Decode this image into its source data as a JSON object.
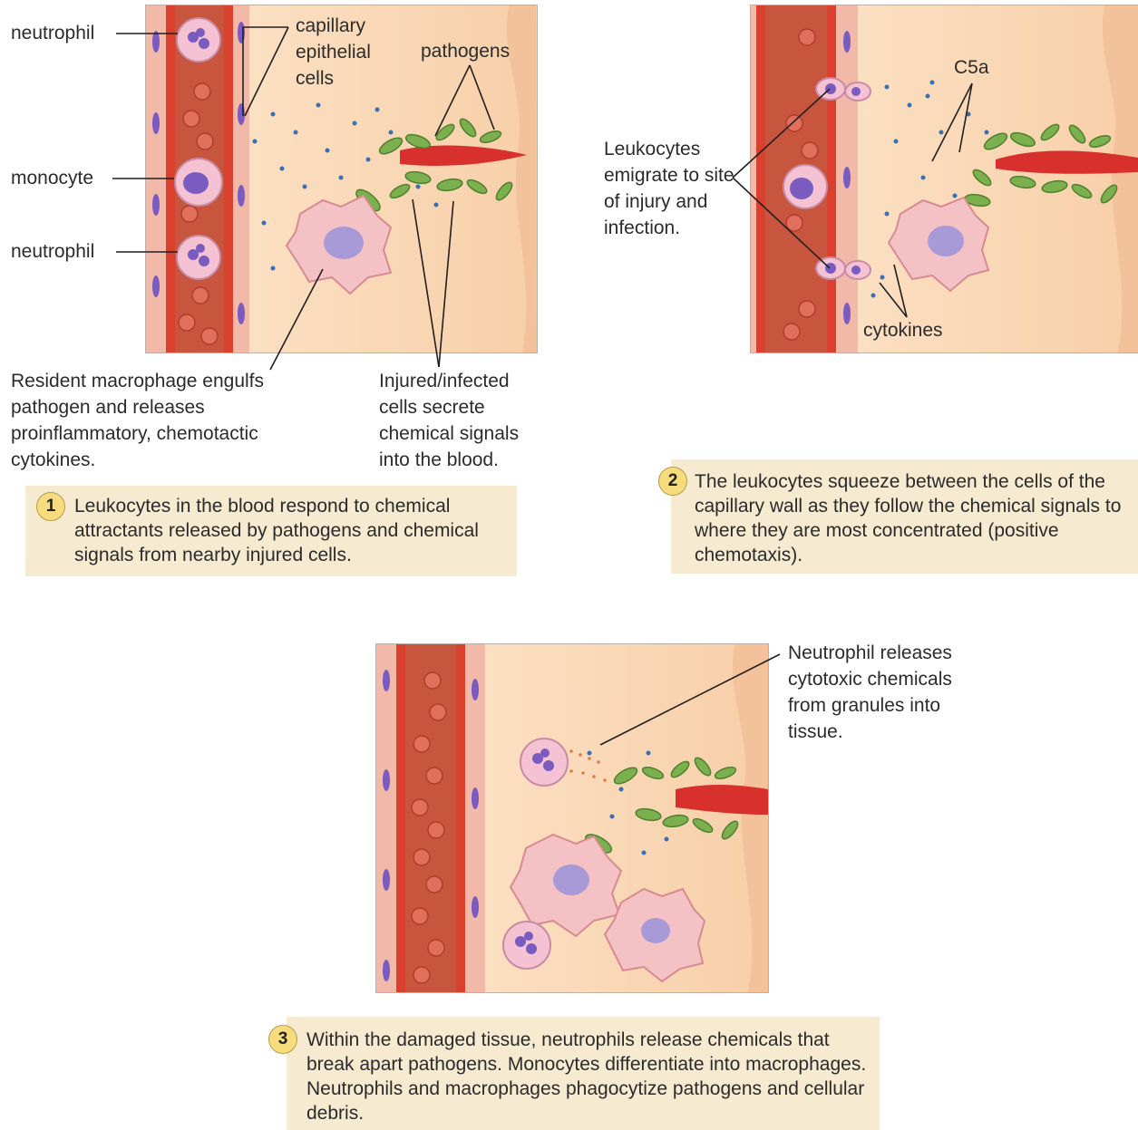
{
  "labels": {
    "neutrophil_top": "neutrophil",
    "monocyte": "monocyte",
    "neutrophil_bottom": "neutrophil",
    "capillary_epithelial_cells": "capillary epithelial cells",
    "pathogens": "pathogens",
    "resident_macrophage": "Resident macrophage engulfs pathogen and releases proinflammatory, chemotactic cytokines.",
    "injured_cells": "Injured/infected cells secrete chemical signals into the blood.",
    "leukocytes_emigrate": "Leukocytes emigrate to site of injury and infection.",
    "c5a": "C5a",
    "cytokines": "cytokines",
    "neutrophil_releases": "Neutrophil releases cytotoxic chemicals from granules into tissue."
  },
  "steps": [
    {
      "number": "1",
      "text": "Leukocytes in the blood respond to chemical attractants released by pathogens and chemical signals from nearby injured cells."
    },
    {
      "number": "2",
      "text": "The leukocytes squeeze between the cells of the capillary wall as they follow the chemical signals to where they are most concentrated (positive chemotaxis)."
    },
    {
      "number": "3",
      "text": "Within the damaged tissue, neutrophils release chemicals that break apart pathogens. Monocytes differentiate into macrophages. Neutrophils and macrophages phagocytize pathogens and cellular debris."
    }
  ],
  "colors": {
    "vessel_wall": "#d9412e",
    "blood": "#c8563e",
    "tissue": "#f9d6b4",
    "pathogen": "#7cb04e",
    "cytokine": "#3a6fb5",
    "step_box": "#f6ead0",
    "badge": "#f7dc7e"
  }
}
